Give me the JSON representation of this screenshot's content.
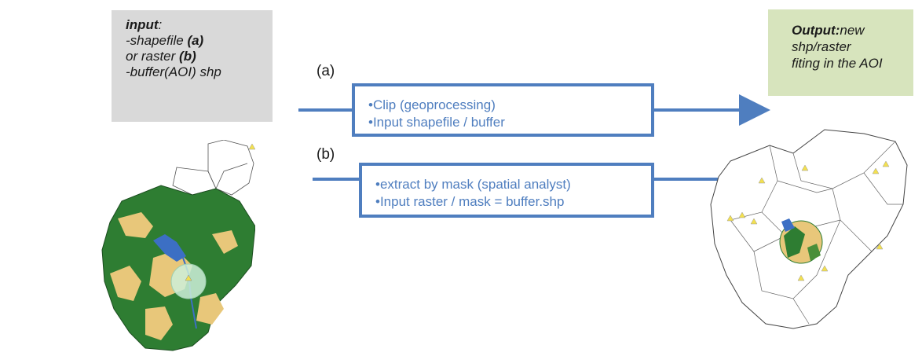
{
  "input": {
    "line1_bold": "input",
    "line1_rest": ":",
    "line2": "-shapefile ",
    "line2_bold": "(a)",
    "line3": "or raster ",
    "line3_bold": "(b)",
    "line4": "-buffer(AOI) shp"
  },
  "output": {
    "title": "Output:",
    "text_1": "new",
    "text_2": "shp/raster",
    "text_3": "fiting in the AOI"
  },
  "branch_a": {
    "label": "(a)",
    "line1": "•Clip (geoprocessing)",
    "line2": "•Input shapefile / buffer"
  },
  "branch_b": {
    "label": "(b)",
    "line1": "•extract by mask (spatial analyst)",
    "line2": "•Input raster / mask = buffer.shp"
  },
  "colors": {
    "arrow": "#4f7ebf",
    "input_bg": "#d9d9d9",
    "output_bg": "#d7e4bd",
    "forest": "#2e7d32",
    "cropland": "#e8c77a",
    "buffer": "#cdeed9"
  }
}
